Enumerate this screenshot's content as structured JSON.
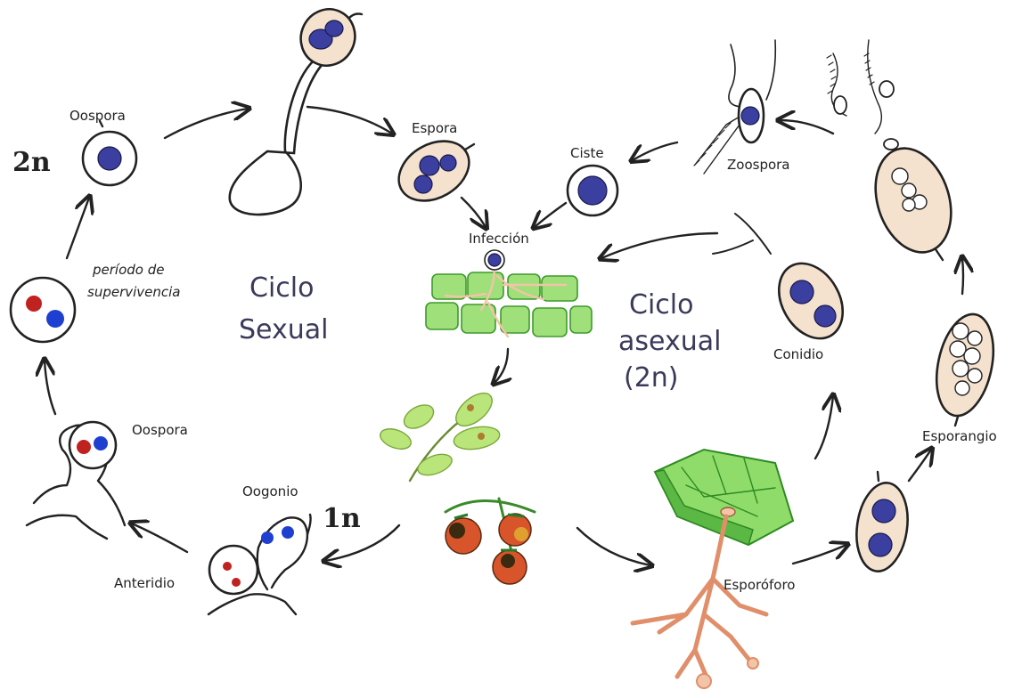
{
  "labels": {
    "oospora_top": "Oospora",
    "ploidy_2n": "2n",
    "periodo_line1": "período de",
    "periodo_line2": "supervivencia",
    "ciclo_sexual_line1": "Ciclo",
    "ciclo_sexual_line2": "Sexual",
    "espora": "Espora",
    "ciste": "Ciste",
    "infeccion": "Infección",
    "zoospora": "Zoospora",
    "ciclo_asexual_line1": "Ciclo",
    "ciclo_asexual_line2": "asexual",
    "ciclo_asexual_line3": "(2n)",
    "conidio": "Conidio",
    "esporangio": "Esporangio",
    "oospora_bottom": "Oospora",
    "oogonio": "Oogonio",
    "ploidy_1n": "1n",
    "anteridio": "Anteridio",
    "esporoforo": "Esporóforo"
  },
  "colors": {
    "oospore_nucleus": "#3b3fa0",
    "gamete_red": "#c0221f",
    "gamete_blue": "#1f3fd0",
    "plant_tissue": "#9fe07a",
    "hypha": "#e08f6a",
    "spore_wall": "#f4e2cf"
  }
}
